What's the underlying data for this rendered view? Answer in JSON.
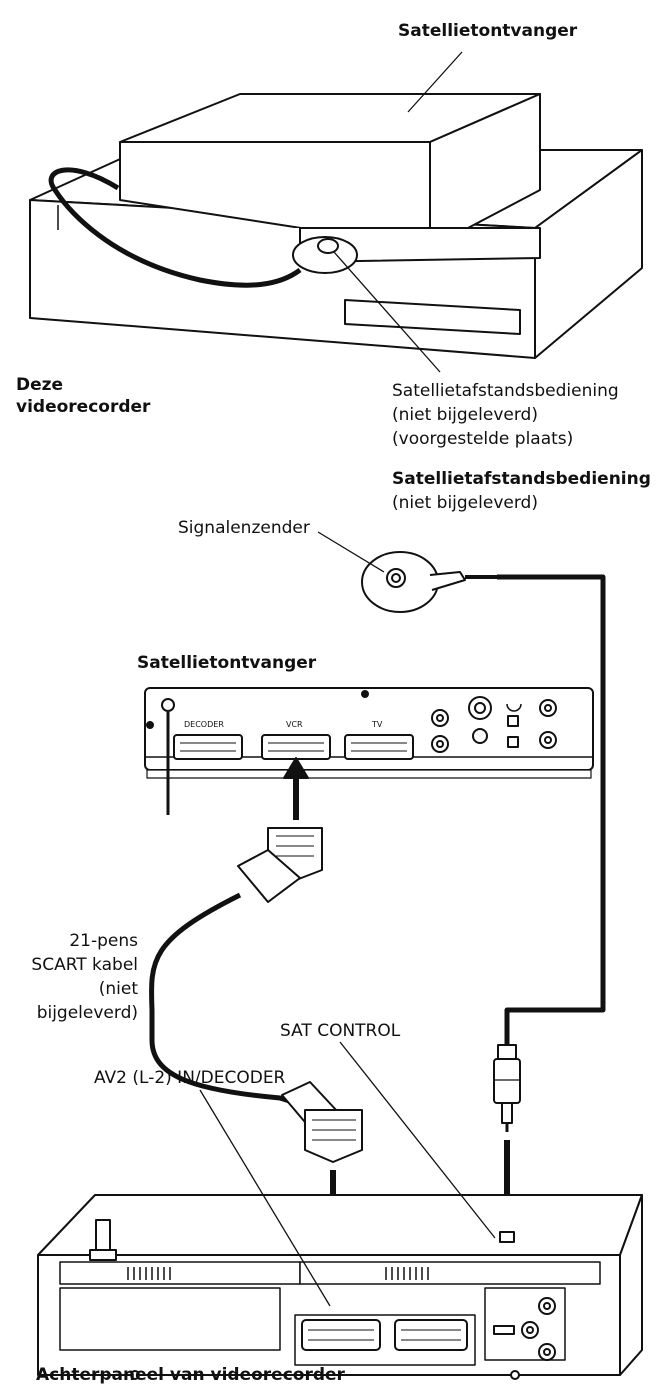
{
  "labels": {
    "satellite_receiver_top": "Satellietontvanger",
    "this_vcr_line1": "Deze",
    "this_vcr_line2": "videorecorder",
    "remote_top_line1": "Satellietafstandsbediening",
    "remote_top_line2": "(niet bijgeleverd)",
    "remote_top_line3": "(voorgestelde plaats)",
    "remote_mid_line1": "Satellietafstandsbediening",
    "remote_mid_line2": "(niet bijgeleverd)",
    "signal_sender": "Signalenzender",
    "satellite_receiver_mid": "Satellietontvanger",
    "receiver_decoder": "DECODER",
    "receiver_vcr": "VCR",
    "receiver_tv": "TV",
    "cable_line1": "21-pens",
    "cable_line2": "SCART kabel",
    "cable_line3": "(niet",
    "cable_line4": "bijgeleverd)",
    "sat_control": "SAT CONTROL",
    "av2_in": "AV2 (L-2) IN/DECODER",
    "rear_panel": "Achterpaneel van videorecorder"
  },
  "colors": {
    "ink": "#111111",
    "background": "#ffffff"
  }
}
